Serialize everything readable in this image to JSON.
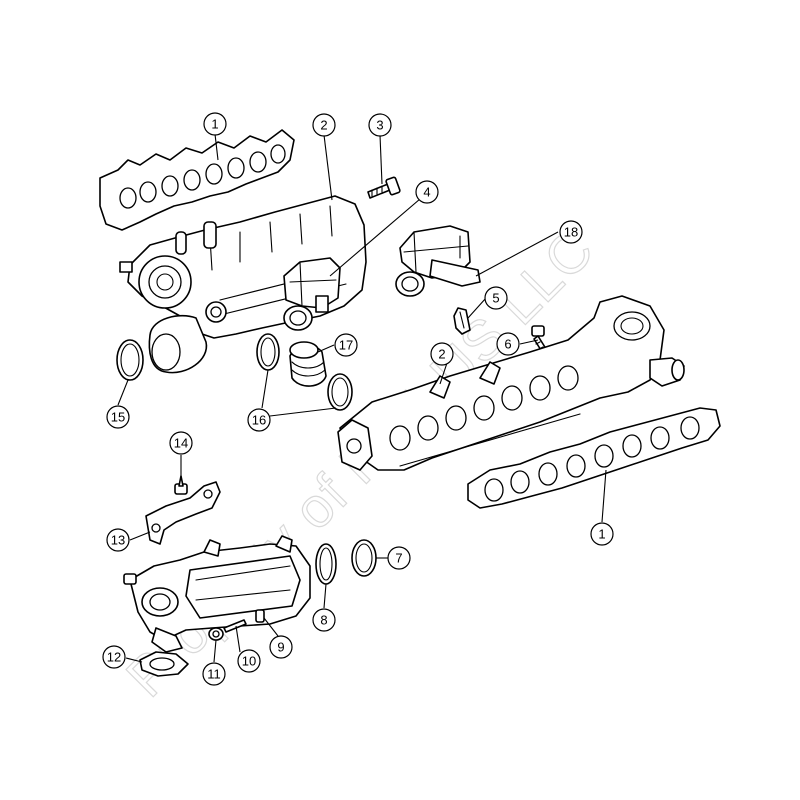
{
  "watermark": {
    "text": "Property of FCA US LLC",
    "color": "#d9d9d9"
  },
  "diagram": {
    "line_color": "#000000",
    "background": "#ffffff",
    "callouts": [
      {
        "id": "c1a",
        "label": "1"
      },
      {
        "id": "c2a",
        "label": "2"
      },
      {
        "id": "c3",
        "label": "3"
      },
      {
        "id": "c4",
        "label": "4"
      },
      {
        "id": "c18",
        "label": "18"
      },
      {
        "id": "c5",
        "label": "5"
      },
      {
        "id": "c6",
        "label": "6"
      },
      {
        "id": "c2b",
        "label": "2"
      },
      {
        "id": "c17",
        "label": "17"
      },
      {
        "id": "c15",
        "label": "15"
      },
      {
        "id": "c16",
        "label": "16"
      },
      {
        "id": "c14",
        "label": "14"
      },
      {
        "id": "c1b",
        "label": "1"
      },
      {
        "id": "c13",
        "label": "13"
      },
      {
        "id": "c7",
        "label": "7"
      },
      {
        "id": "c8",
        "label": "8"
      },
      {
        "id": "c9",
        "label": "9"
      },
      {
        "id": "c10",
        "label": "10"
      },
      {
        "id": "c11",
        "label": "11"
      },
      {
        "id": "c12",
        "label": "12"
      }
    ]
  }
}
